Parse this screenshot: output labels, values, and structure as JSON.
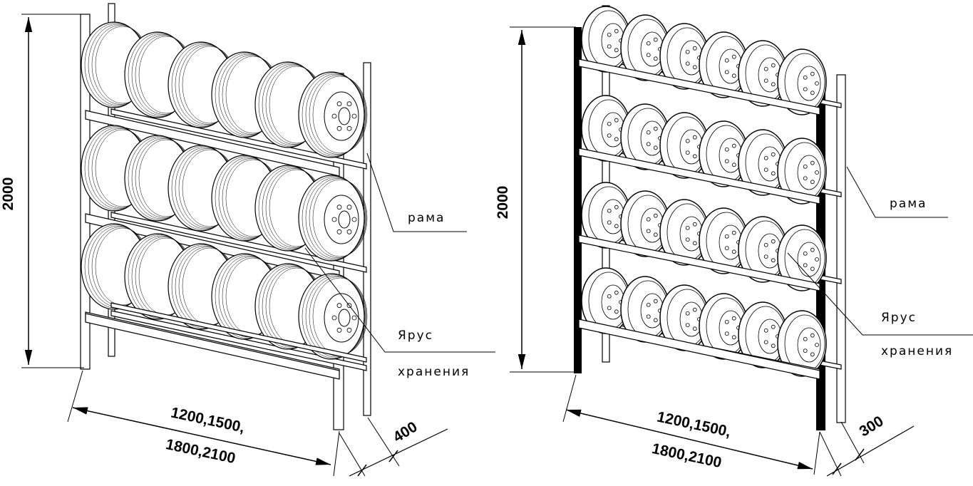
{
  "left_drawing": {
    "height_dim": "2000",
    "width_dim_line1": "1200,1500,",
    "width_dim_line2": "1800,2100",
    "depth_dim": "400",
    "frame_label": "рама",
    "tier_label_line1": "Ярус",
    "tier_label_line2": "хранения",
    "tiers": 3,
    "tires_per_tier": 6
  },
  "right_drawing": {
    "height_dim": "2000",
    "width_dim_line1": "1200,1500,",
    "width_dim_line2": "1800,2100",
    "depth_dim": "300",
    "frame_label": "рама",
    "tier_label_line1": "Ярус",
    "tier_label_line2": "хранения",
    "tiers": 4,
    "wheels_per_tier": 6
  },
  "colors": {
    "line": "#000000",
    "background": "#ffffff"
  }
}
